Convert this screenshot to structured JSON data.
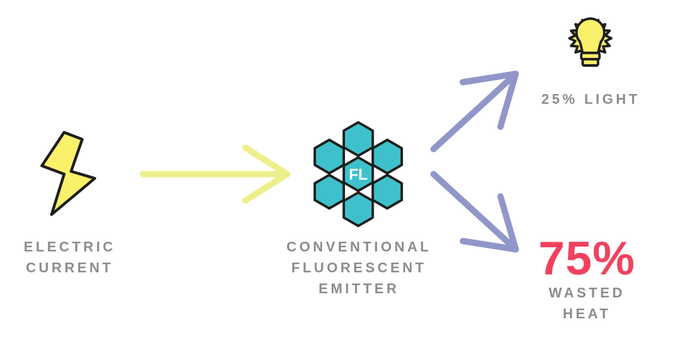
{
  "input": {
    "label_lines": [
      "ELECTRIC",
      "CURRENT"
    ],
    "icon": "lightning-bolt-icon"
  },
  "emitter": {
    "abbrev": "FL",
    "label_lines": [
      "CONVENTIONAL",
      "FLUORESCENT",
      "EMITTER"
    ],
    "icon": "hexagon-cluster-icon"
  },
  "outputs": {
    "light": {
      "label": "25% LIGHT",
      "icon": "light-bulb-icon"
    },
    "heat": {
      "percent": "75%",
      "label_lines": [
        "WASTED",
        "HEAT"
      ]
    }
  },
  "colors": {
    "bolt_fill": "#fbf06a",
    "outline": "#1d1d1b",
    "input_arrow": "#edf08a",
    "output_arrow": "#9097c8",
    "hex_fill": "#3ec1cc",
    "label_gray": "#8c8c8c",
    "heat_red": "#f0425f"
  }
}
